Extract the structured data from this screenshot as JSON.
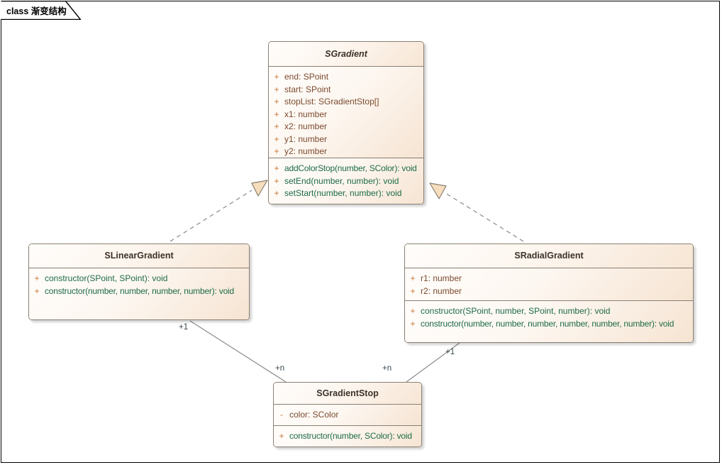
{
  "diagram": {
    "kind_label": "class",
    "name": "渐变结构",
    "title_full": "class 渐变结构",
    "colors": {
      "class_border": "#8a7f72",
      "class_fill_light": "#fffdfb",
      "class_fill_dark": "#f6e3d0",
      "attribute_text": "#7c4a2d",
      "operation_text": "#1d6b46",
      "visibility_marker": "#c8742e",
      "header_text": "#3c3228",
      "link_line": "#8a8a8a",
      "multiplicity_text": "#37474f",
      "frame_border": "#000000"
    }
  },
  "classes": [
    {
      "id": "sgradient",
      "name": "SGradient",
      "abstract": true,
      "attributes": [
        {
          "visibility": "+",
          "text": "end: SPoint"
        },
        {
          "visibility": "+",
          "text": "start: SPoint"
        },
        {
          "visibility": "+",
          "text": "stopList: SGradientStop[]"
        },
        {
          "visibility": "+",
          "text": "x1: number"
        },
        {
          "visibility": "+",
          "text": "x2: number"
        },
        {
          "visibility": "+",
          "text": "y1: number"
        },
        {
          "visibility": "+",
          "text": "y2: number"
        }
      ],
      "operations": [
        {
          "visibility": "+",
          "text": "addColorStop(number, SColor): void"
        },
        {
          "visibility": "+",
          "text": "setEnd(number, number): void"
        },
        {
          "visibility": "+",
          "text": "setStart(number, number): void"
        }
      ]
    },
    {
      "id": "slineargradient",
      "name": "SLinearGradient",
      "abstract": false,
      "attributes": [],
      "operations": [
        {
          "visibility": "+",
          "text": "constructor(SPoint, SPoint): void"
        },
        {
          "visibility": "+",
          "text": "constructor(number, number, number, number): void"
        }
      ]
    },
    {
      "id": "sradialgradient",
      "name": "SRadialGradient",
      "abstract": false,
      "attributes": [
        {
          "visibility": "+",
          "text": "r1: number"
        },
        {
          "visibility": "+",
          "text": "r2: number"
        }
      ],
      "operations": [
        {
          "visibility": "+",
          "text": "constructor(SPoint, number, SPoint, number): void"
        },
        {
          "visibility": "+",
          "text": "constructor(number, number, number, number, number, number): void"
        }
      ]
    },
    {
      "id": "sgradientstop",
      "name": "SGradientStop",
      "abstract": false,
      "attributes": [
        {
          "visibility": "-",
          "text": "color: SColor"
        }
      ],
      "operations": [
        {
          "visibility": "+",
          "text": "constructor(number, SColor): void"
        }
      ]
    }
  ],
  "relationships": [
    {
      "id": "rel-linear-gradient",
      "type": "realization",
      "from": "SLinearGradient",
      "to": "SGradient",
      "style": "dashed",
      "arrow": "hollow-triangle"
    },
    {
      "id": "rel-radial-gradient",
      "type": "realization",
      "from": "SRadialGradient",
      "to": "SGradient",
      "style": "dashed",
      "arrow": "hollow-triangle"
    },
    {
      "id": "rel-linear-stop",
      "type": "association",
      "from": "SLinearGradient",
      "to": "SGradientStop",
      "style": "solid",
      "arrow": "none",
      "source_multiplicity": "+1",
      "target_multiplicity": "+n"
    },
    {
      "id": "rel-radial-stop",
      "type": "association",
      "from": "SRadialGradient",
      "to": "SGradientStop",
      "style": "solid",
      "arrow": "none",
      "source_multiplicity": "+1",
      "target_multiplicity": "+n"
    }
  ],
  "multiplicity_labels": {
    "linear_side": "+1",
    "stop_left": "+n",
    "stop_right": "+n",
    "radial_side": "+1"
  }
}
